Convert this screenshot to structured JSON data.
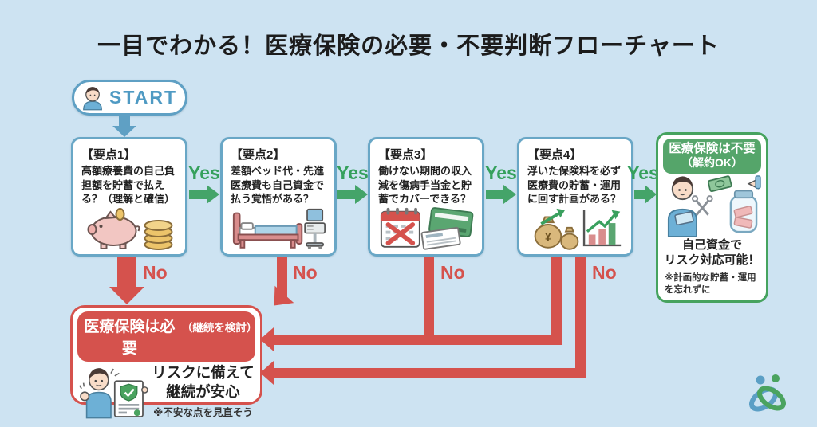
{
  "page": {
    "title": "一目でわかる！医療保険の必要・不要判断フローチャート"
  },
  "start": {
    "label": "START",
    "icon": "person-icon"
  },
  "connectors": {
    "yes": "Yes",
    "no": "No"
  },
  "steps": [
    {
      "heading": "【要点1】",
      "question": "高額療養費の自己負担額を貯蓄で払える？（理解と確信）",
      "icons": [
        "piggy-bank-icon",
        "coin-stack-icon"
      ]
    },
    {
      "heading": "【要点2】",
      "question": "差額ベッド代・先進医療費も自己資金で払う覚悟がある？",
      "icons": [
        "hospital-bed-icon",
        "medical-monitor-icon"
      ]
    },
    {
      "heading": "【要点3】",
      "question": "働けない期間の収入減を傷病手当金と貯蓄でカバーできる？",
      "icons": [
        "calendar-x-icon",
        "bank-passbook-icon"
      ]
    },
    {
      "heading": "【要点4】",
      "question": "浮いた保険料を必ず医療費の貯蓄・運用に回す計画がある？",
      "icons": [
        "money-bag-icon",
        "growth-chart-icon"
      ]
    }
  ],
  "outcome_need": {
    "header": "医療保険は必要",
    "header_sub": "（継続を検討）",
    "message_line1": "リスクに備えて",
    "message_line2": "継続が安心",
    "note": "※不安な点を見直そう",
    "icon": "person-with-insurance-document-icon"
  },
  "outcome_no_need": {
    "header_line1": "医療保険は不要",
    "header_line2": "（解約OK）",
    "message_line1": "自己資金で",
    "message_line2": "リスク対応可能！",
    "note_line1": "※計画的な貯蓄・運用",
    "note_line2": "を忘れずに",
    "icon": "cut-insurance-savings-jar-icon"
  },
  "logo": {
    "name": "interlocked-rings-logo",
    "colors": [
      "#5b9fc5",
      "#4aa35f"
    ]
  },
  "colors": {
    "background": "#cde3f2",
    "box_border": "#69a7c6",
    "start_blue": "#4f9ac3",
    "yes_green": "#35a05c",
    "no_red": "#d5524d",
    "need_header_bg": "#d5524d",
    "no_need_header_bg": "#55a56a",
    "no_need_border": "#46a35f"
  }
}
